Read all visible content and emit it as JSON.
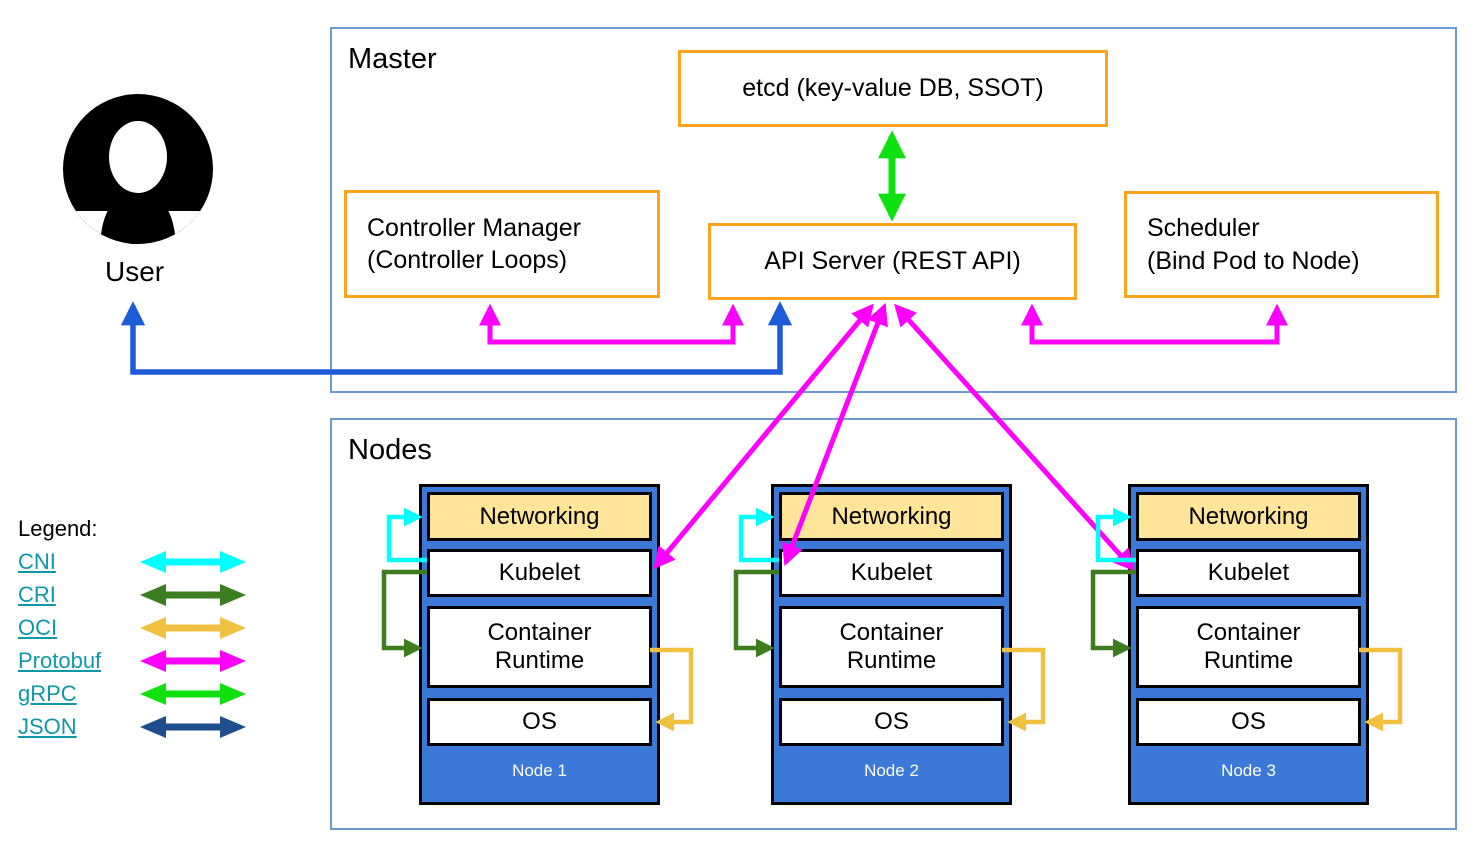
{
  "master": {
    "title": "Master",
    "etcd": "etcd (key-value DB, SSOT)",
    "controller_manager": {
      "line1": "Controller Manager",
      "line2": "(Controller Loops)"
    },
    "api_server": "API Server (REST API)",
    "scheduler": {
      "line1": "Scheduler",
      "line2": "(Bind Pod to Node)"
    }
  },
  "user": {
    "label": "User"
  },
  "nodes_section": {
    "title": "Nodes",
    "nodes": [
      {
        "label": "Node 1",
        "layers": [
          "Networking",
          "Kubelet",
          "Container Runtime",
          "OS"
        ]
      },
      {
        "label": "Node 2",
        "layers": [
          "Networking",
          "Kubelet",
          "Container Runtime",
          "OS"
        ]
      },
      {
        "label": "Node 3",
        "layers": [
          "Networking",
          "Kubelet",
          "Container Runtime",
          "OS"
        ]
      }
    ]
  },
  "legend": {
    "title": "Legend:",
    "items": [
      {
        "label": "CNI",
        "color": "#00ffff"
      },
      {
        "label": "CRI",
        "color": "#3c7d1f"
      },
      {
        "label": "OCI",
        "color": "#f0c041"
      },
      {
        "label": "Protobuf",
        "color": "#ff00ff"
      },
      {
        "label": "gRPC",
        "color": "#0fe00f"
      },
      {
        "label": "JSON",
        "color": "#1f4e8c"
      }
    ]
  },
  "colors": {
    "box_border_orange": "#ffa31c",
    "group_frame_blue": "#6d9ad3",
    "node_fill_blue": "#3b78d8",
    "networking_fill": "#ffe599",
    "user_json_arrow_blue": "#1d5cd6",
    "legend_link_teal": "#0e98a8"
  }
}
